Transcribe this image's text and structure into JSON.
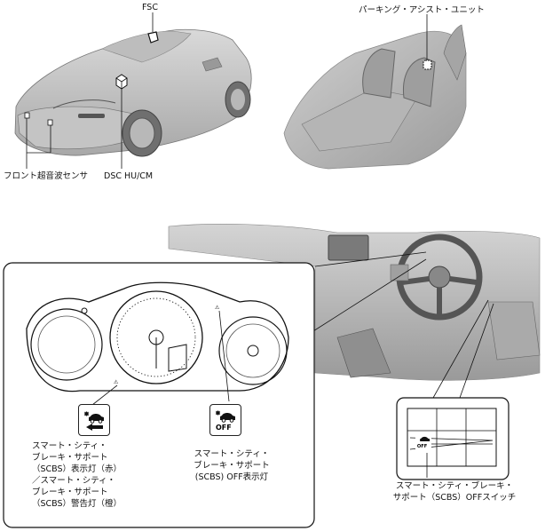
{
  "labels": {
    "fsc": "FSC",
    "parking_unit": "パーキング・アシスト・ユニット",
    "front_sensor": "フロント超音波センサ",
    "dsc": "DSC HU/CM",
    "scbs_indicator": [
      "スマート・シティ・",
      "ブレーキ・サポート",
      "（SCBS）表示灯（赤）",
      "／スマート・シティ・",
      "ブレーキ・サポート",
      "（SCBS）警告灯（橙）"
    ],
    "scbs_off_indicator": [
      "スマート・シティ・",
      "ブレーキ・サポート",
      "(SCBS) OFF表示灯"
    ],
    "scbs_off_switch": [
      "スマート・シティ・ブレーキ・",
      "サポート（SCBS）OFFスイッチ"
    ]
  },
  "icons": {
    "scbs_warning": "scbs-warning-icon",
    "scbs_off": "scbs-off-icon",
    "off_text": "OFF"
  }
}
